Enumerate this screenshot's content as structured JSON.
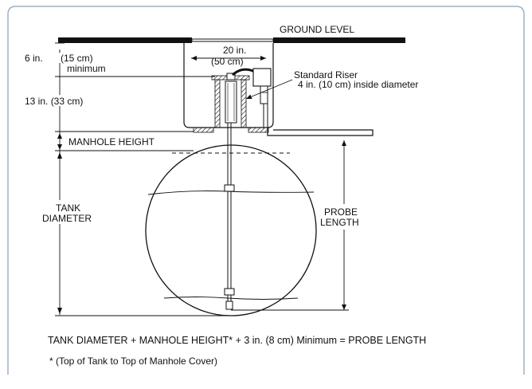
{
  "labels": {
    "ground_level": "GROUND LEVEL",
    "riser_width_in": "20 in.",
    "riser_width_cm": "(50 cm)",
    "min_depth_in": "6 in.",
    "min_depth_cm": "(15 cm)",
    "min_depth_note": "minimum",
    "riser_title": "Standard Riser",
    "riser_diameter": "4 in. (10 cm) inside diameter",
    "riser_height": "13 in. (33 cm)",
    "manhole_height": "MANHOLE HEIGHT",
    "tank_diameter_line1": "TANK",
    "tank_diameter_line2": "DIAMETER",
    "probe_length_line1": "PROBE",
    "probe_length_line2": "LENGTH"
  },
  "formula": "TANK DIAMETER + MANHOLE HEIGHT* + 3 in. (8 cm) Minimum = PROBE LENGTH",
  "footnote": "* (Top of Tank to Top of Manhole Cover)",
  "colors": {
    "frame_border": "#9ab3cc",
    "line": "#111111",
    "background": "#ffffff"
  }
}
